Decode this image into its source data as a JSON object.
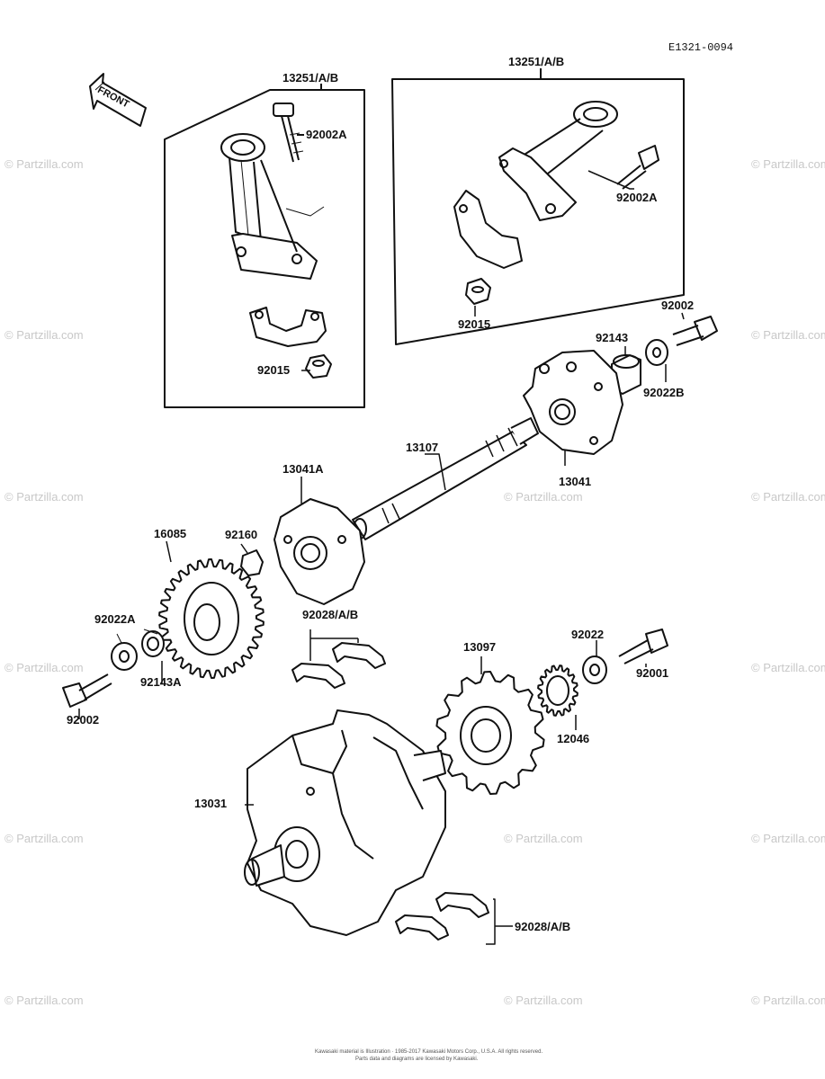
{
  "drawing_code": "E1321-0094",
  "front_label": "FRONT",
  "watermark": "© Partzilla.com",
  "footer": {
    "line1": "Kawasaki material is Illustration · 1985-2017 Kawasaki Motors Corp., U.S.A. All rights reserved.",
    "line2": "Parts data and diagrams are licensed by Kawasaki."
  },
  "labels": {
    "rod_assy_left": "13251/A/B",
    "rod_assy_right": "13251/A/B",
    "bolt_left": "92002A",
    "bolt_right": "92002A",
    "nut_left": "92015",
    "nut_right": "92015",
    "bolt_top": "92002",
    "collar_top": "92143",
    "washer_top": "92022B",
    "shaft": "13107",
    "weight_right": "13041",
    "weight_left": "13041A",
    "gear_16085": "16085",
    "key_92160": "92160",
    "bearing_upper": "92028/A/B",
    "washer_left": "92022A",
    "collar_left": "92143A",
    "bolt_left_bottom": "92002",
    "sprocket": "13097",
    "washer_right": "92022",
    "bolt_right_bottom": "92001",
    "small_gear": "12046",
    "crankshaft": "13031",
    "bearing_lower": "92028/A/B"
  }
}
